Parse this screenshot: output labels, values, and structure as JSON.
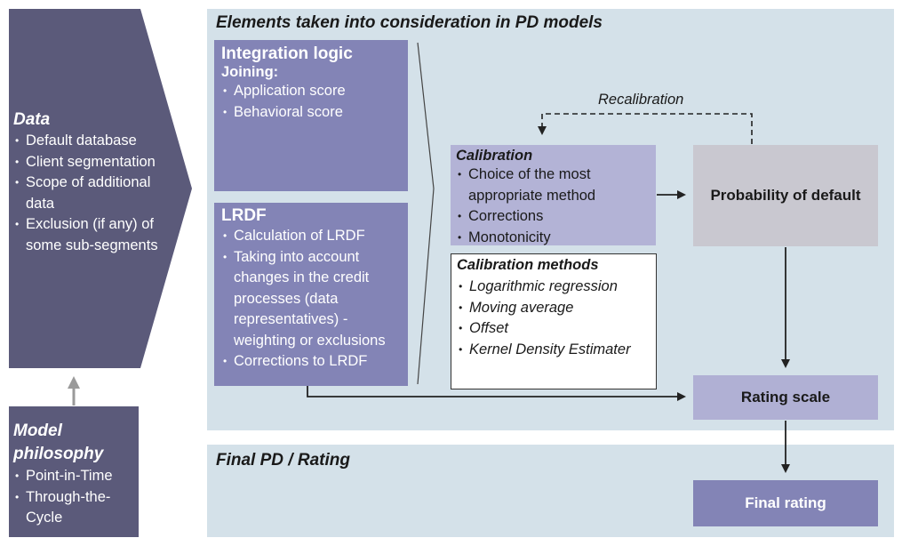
{
  "data_box": {
    "title": "Data",
    "items": [
      "Default database",
      "Client segmentation",
      "Scope of additional data",
      "Exclusion (if any) of some sub-segments"
    ]
  },
  "model_box": {
    "title": "Model philosophy",
    "items": [
      "Point-in-Time",
      "Through-the-Cycle"
    ]
  },
  "pd_panel": {
    "title": "Elements taken into consideration in PD models"
  },
  "integration": {
    "title": "Integration logic",
    "subtitle": "Joining:",
    "items": [
      "Application score",
      "Behavioral score"
    ]
  },
  "lrdf": {
    "title": "LRDF",
    "items": [
      "Calculation of LRDF",
      "Taking into account changes in the credit processes (data representatives) - weighting or exclusions",
      "Corrections to LRDF"
    ]
  },
  "calibration": {
    "title": "Calibration",
    "items": [
      "Choice of the most appropriate method",
      "Corrections",
      "Monotonicity"
    ]
  },
  "calibration_methods": {
    "title": "Calibration methods",
    "items": [
      "Logarithmic regression",
      "Moving average",
      "Offset",
      "Kernel Density Estimater"
    ]
  },
  "recalibration_label": "Recalibration",
  "pod_label": "Probability of default",
  "rating_scale_label": "Rating scale",
  "final_panel": {
    "title": "Final PD / Rating"
  },
  "final_rating_label": "Final rating",
  "colors": {
    "dark_slate": "#5b5a7a",
    "purple": "#8384b6",
    "light_purple": "#b3b3d6",
    "panel_blue": "#d4e1e9",
    "grey_box": "#c9c8d0"
  }
}
